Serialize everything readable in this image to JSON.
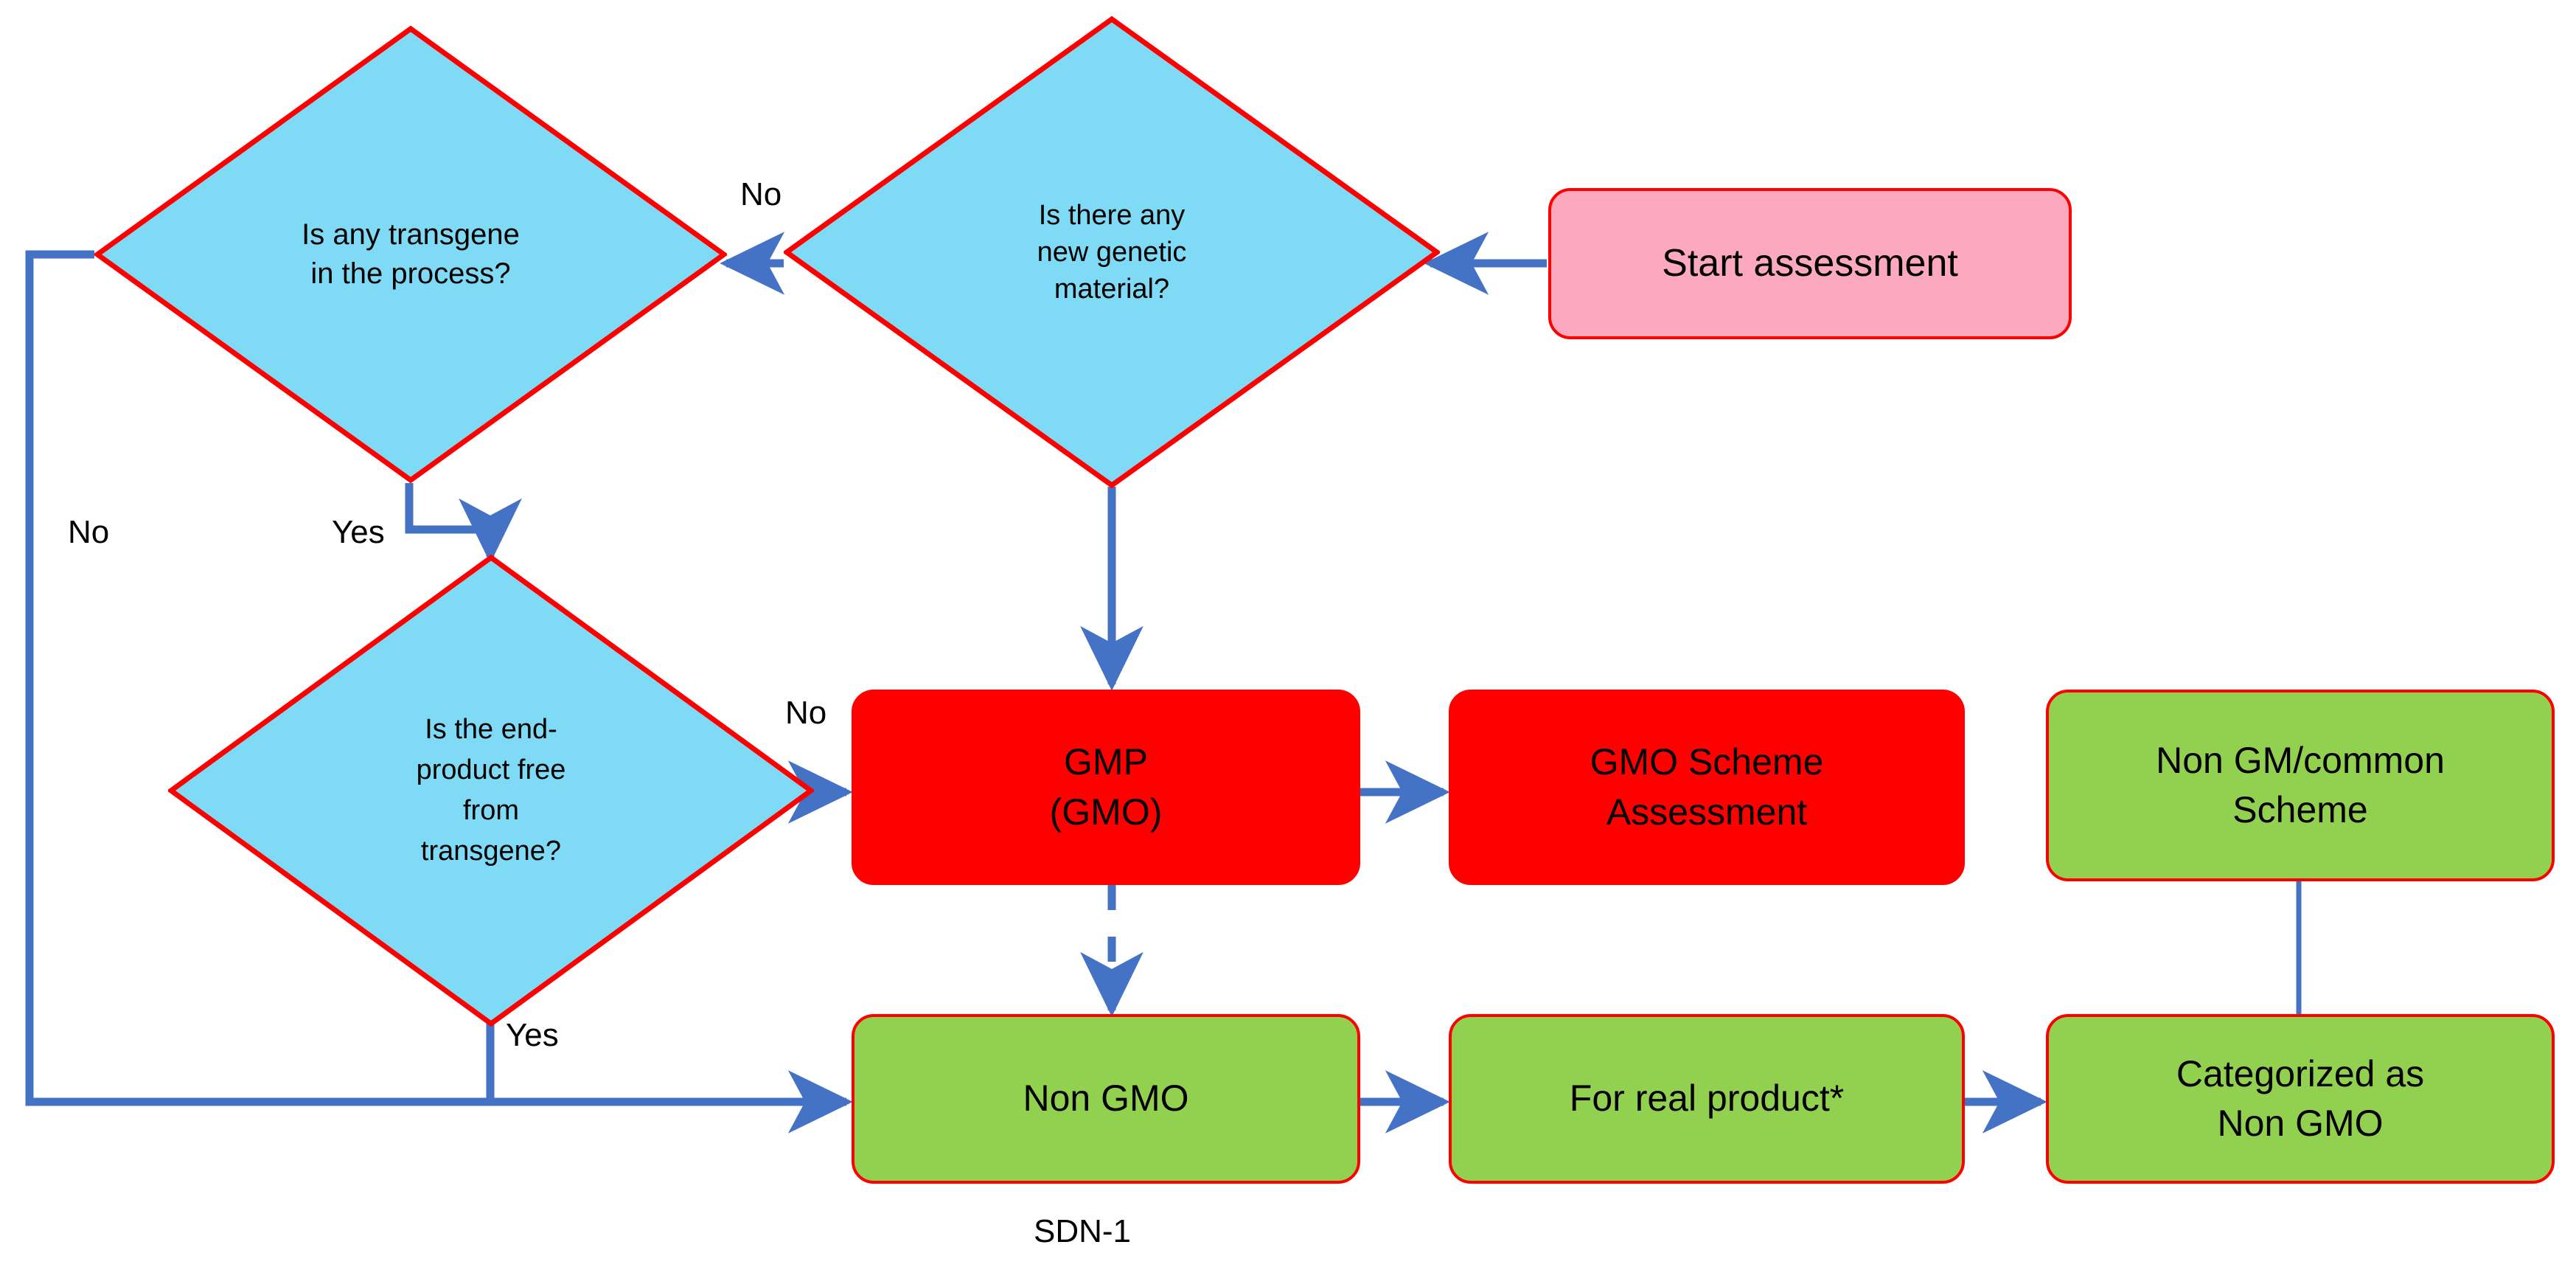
{
  "diagram": {
    "title": "GMO / Non-GMO product assessment decision flowchart",
    "colors": {
      "diamond_fill": "#7FDBF5",
      "diamond_stroke": "#FF0000",
      "pink_fill": "#FCA8BE",
      "red_fill": "#FF0000",
      "green_fill": "#92D050",
      "box_stroke": "#FF0000",
      "connector": "#4472C4",
      "text": "#000000",
      "background": "#FFFFFF"
    },
    "nodes": {
      "start_assessment": {
        "label": "Start assessment",
        "shape": "rounded-rect",
        "fill": "pink"
      },
      "new_genetic_material": {
        "label": "Is there any\nnew genetic\nmaterial?",
        "shape": "diamond",
        "fill": "light-blue"
      },
      "transgene_in_process": {
        "label": "Is any transgene\nin the process?",
        "shape": "diamond",
        "fill": "light-blue"
      },
      "end_product_free": {
        "label": "Is the end-\nproduct free\nfrom\ntransgene?",
        "shape": "diamond",
        "fill": "light-blue"
      },
      "gmp_gmo": {
        "label": "GMP\n(GMO)",
        "shape": "rounded-rect",
        "fill": "red"
      },
      "gmo_scheme_assessment": {
        "label": "GMO Scheme\nAssessment",
        "shape": "rounded-rect",
        "fill": "red"
      },
      "non_gm_common_scheme": {
        "label": "Non GM/common\nScheme",
        "shape": "rounded-rect",
        "fill": "green"
      },
      "non_gmo": {
        "label": "Non GMO",
        "shape": "rounded-rect",
        "fill": "green"
      },
      "for_real_product": {
        "label": "For real product*",
        "shape": "rounded-rect",
        "fill": "green"
      },
      "categorized_as_non_gmo": {
        "label": "Categorized as\nNon GMO",
        "shape": "rounded-rect",
        "fill": "green"
      }
    },
    "edge_labels": {
      "no_top": "No",
      "no_left": "No",
      "yes_upper": "Yes",
      "no_mid": "No",
      "yes_lower": "Yes"
    },
    "captions": {
      "sdn1": "SDN-1"
    },
    "edges": [
      {
        "from": "start_assessment",
        "to": "new_genetic_material",
        "label": "",
        "style": "solid",
        "arrow": true
      },
      {
        "from": "new_genetic_material",
        "to": "transgene_in_process",
        "label": "No",
        "style": "solid",
        "arrow": true
      },
      {
        "from": "new_genetic_material",
        "to": "gmp_gmo",
        "label": "",
        "style": "solid",
        "arrow": true
      },
      {
        "from": "transgene_in_process",
        "to": "non_gmo",
        "label": "No",
        "style": "solid",
        "arrow": true
      },
      {
        "from": "transgene_in_process",
        "to": "end_product_free",
        "label": "Yes",
        "style": "solid",
        "arrow": true
      },
      {
        "from": "end_product_free",
        "to": "gmp_gmo",
        "label": "No",
        "style": "solid",
        "arrow": true
      },
      {
        "from": "end_product_free",
        "to": "non_gmo",
        "label": "Yes",
        "style": "solid",
        "arrow": true
      },
      {
        "from": "gmp_gmo",
        "to": "gmo_scheme_assessment",
        "label": "",
        "style": "solid",
        "arrow": true
      },
      {
        "from": "gmp_gmo",
        "to": "non_gmo",
        "label": "",
        "style": "dashed",
        "arrow": true
      },
      {
        "from": "non_gmo",
        "to": "for_real_product",
        "label": "",
        "style": "solid",
        "arrow": true
      },
      {
        "from": "for_real_product",
        "to": "categorized_as_non_gmo",
        "label": "",
        "style": "solid",
        "arrow": true
      },
      {
        "from": "non_gm_common_scheme",
        "to": "categorized_as_non_gmo",
        "label": "",
        "style": "solid",
        "arrow": false
      }
    ]
  }
}
